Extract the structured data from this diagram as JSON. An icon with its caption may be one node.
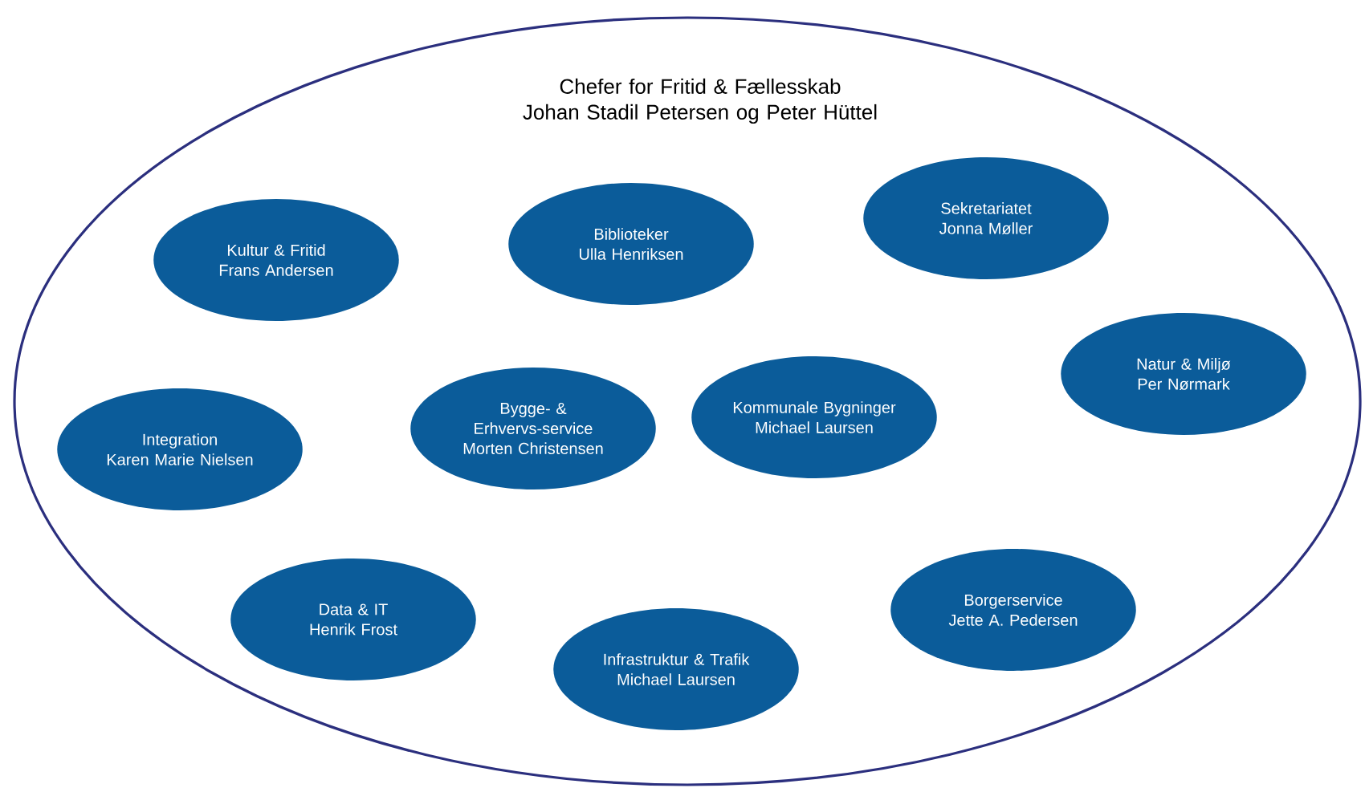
{
  "diagram": {
    "nodes": [
      {
        "text": [
          "Chefer for Fritid & Fællesskab",
          "Johan Stadil Petersen og Peter Hüttel"
        ]
      },
      {
        "text": [
          "Kultur & Fritid",
          "Frans Andersen"
        ],
        "in": 0
      },
      {
        "text": [
          "Biblioteker",
          "Ulla Henriksen"
        ],
        "in": 0
      },
      {
        "text": [
          "Sekretariatet",
          "Jonna Møller"
        ],
        "in": 0
      },
      {
        "text": [
          "Natur & Miljø",
          "Per Nørmark"
        ],
        "in": 0
      },
      {
        "text": [
          "Integration",
          "Karen Marie Nielsen"
        ],
        "in": 0
      },
      {
        "text": [
          "Bygge- & Erhvervs-service",
          "Morten Christensen"
        ],
        "in": 0
      },
      {
        "text": [
          "Kommunale Bygninger",
          "Michael Laursen"
        ],
        "in": 0
      },
      {
        "text": [
          "Data & IT",
          "Henrik Frost"
        ],
        "in": 0
      },
      {
        "text": [
          "Infrastruktur & Trafik",
          "Michael Laursen"
        ],
        "in": 0
      },
      {
        "text": [
          "Borgerservice",
          "Jette A. Pedersen"
        ],
        "in": 0
      }
    ]
  }
}
